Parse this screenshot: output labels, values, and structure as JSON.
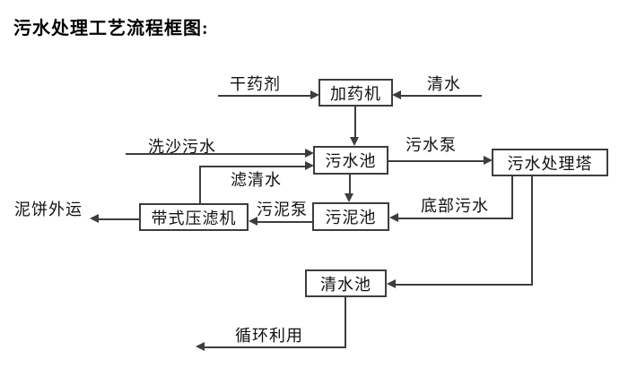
{
  "title": "污水处理工艺流程框图:",
  "nodes": {
    "dosing_machine": "加药机",
    "sewage_pool": "污水池",
    "treatment_tower": "污水处理塔",
    "sludge_pool": "污泥池",
    "belt_filter_press": "带式压滤机",
    "clean_water_pool": "清水池"
  },
  "flow_labels": {
    "dry_agent": "干药剂",
    "clean_water": "清水",
    "sand_washing_sewage": "洗沙污水",
    "sewage_pump": "污水泵",
    "filtered_water": "滤清水",
    "bottom_sewage": "底部污水",
    "sludge_pump": "污泥泵",
    "mud_cake_out": "泥饼外运",
    "recycle_use": "循环利用"
  },
  "colors": {
    "line": "#3d3d3d",
    "text": "#111111",
    "background": "#ffffff"
  }
}
